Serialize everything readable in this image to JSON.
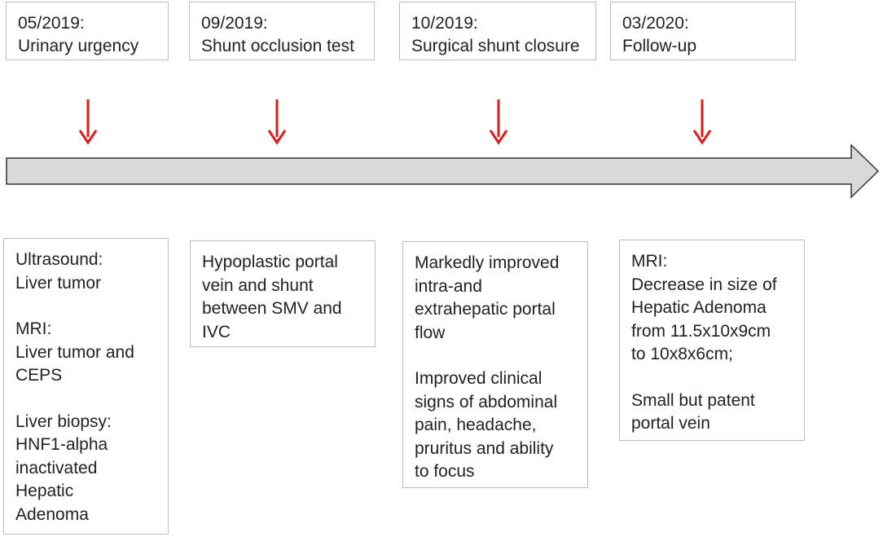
{
  "events": [
    {
      "date": "05/2019:",
      "title": "Urinary urgency"
    },
    {
      "date": "09/2019:",
      "title": "Shunt occlusion test"
    },
    {
      "date": "10/2019:",
      "title": "Surgical shunt closure"
    },
    {
      "date": "03/2020:",
      "title": "Follow-up"
    }
  ],
  "details": [
    [
      [
        "Ultrasound:",
        "Liver tumor"
      ],
      [
        "MRI:",
        "Liver tumor and",
        "CEPS"
      ],
      [
        "Liver biopsy:",
        "HNF1-alpha",
        "inactivated",
        "Hepatic",
        "Adenoma"
      ]
    ],
    [
      [
        "Hypoplastic portal",
        "vein and shunt",
        "between SMV and",
        "IVC"
      ]
    ],
    [
      [
        "Markedly improved",
        "intra-and",
        "extrahepatic portal",
        "flow"
      ],
      [
        "Improved clinical",
        "signs of abdominal",
        "pain, headache,",
        "pruritus and ability",
        "to focus"
      ]
    ],
    [
      [
        "MRI:",
        "Decrease in size of",
        "Hepatic Adenoma",
        "from 11.5x10x9cm",
        "to 10x8x6cm;"
      ],
      [
        "Small but patent",
        "portal vein"
      ]
    ]
  ],
  "colors": {
    "marker_arrow": "#e01b1b",
    "timeline_fill": "#d9d9d9",
    "timeline_stroke": "#333333",
    "box_border": "#bdbdbd"
  }
}
